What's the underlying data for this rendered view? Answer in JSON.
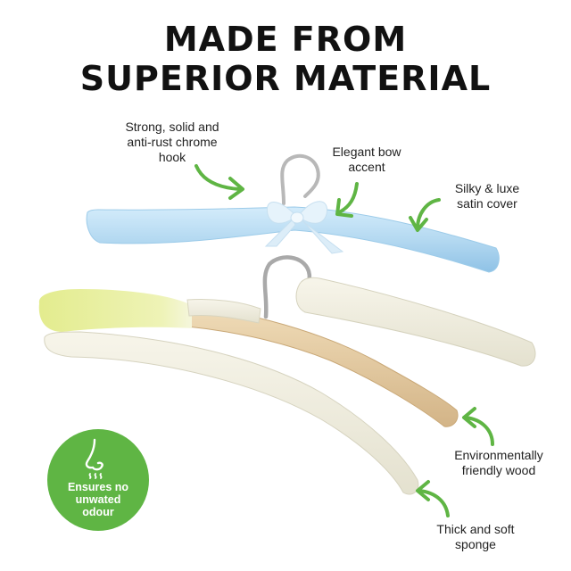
{
  "title": {
    "line1": "MADE FROM",
    "line2": "SUPERIOR MATERIAL"
  },
  "callouts": {
    "hook": [
      "Strong, solid and",
      "anti-rust chrome",
      "hook"
    ],
    "bow": [
      "Elegant bow",
      "accent"
    ],
    "satin": [
      "Silky & luxe",
      "satin cover"
    ],
    "wood": [
      "Environmentally",
      "friendly wood"
    ],
    "sponge": [
      "Thick and soft",
      "sponge"
    ]
  },
  "badge": {
    "icon": "nose-icon",
    "lines": [
      "Ensures no",
      "unwated",
      "odour"
    ]
  },
  "colors": {
    "accent_green": "#5fb544",
    "satin_blue": "#b9dcf2",
    "sponge_yellow": "#e6ee9a",
    "wood": "#e2c9a0",
    "title": "#111111"
  }
}
